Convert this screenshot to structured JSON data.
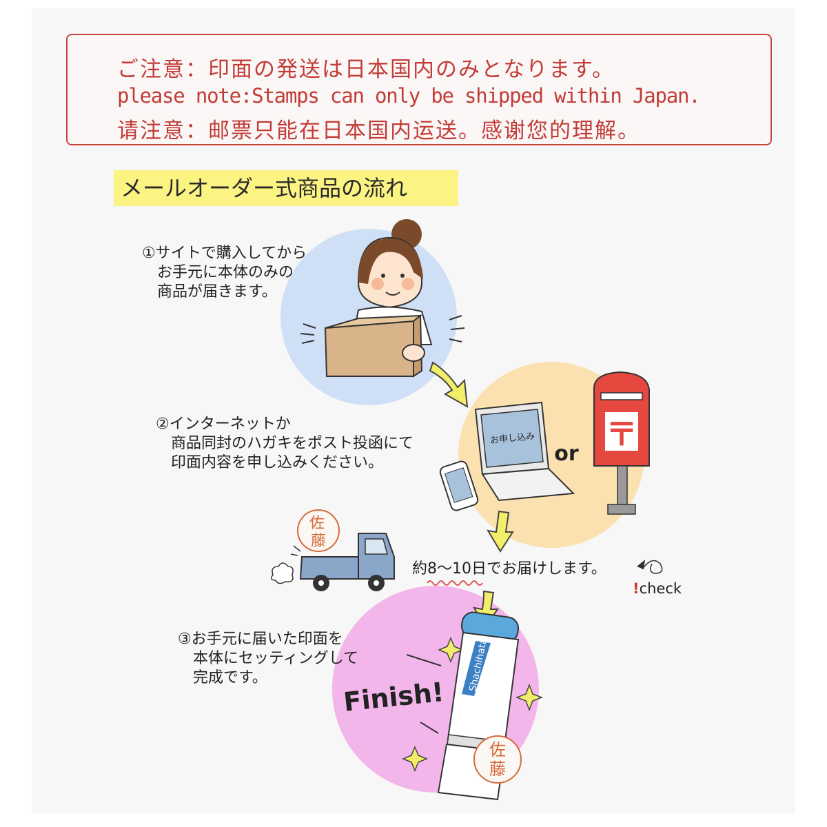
{
  "notice": {
    "line_ja": "ご注意：印面の発送は日本国内のみとなります。",
    "line_en": "please note:Stamps can only be shipped within Japan.",
    "line_zh": "请注意：邮票只能在日本国内运送。感谢您的理解。"
  },
  "heading": "メールオーダー式商品の流れ",
  "steps": [
    {
      "lines": [
        "①サイトで購入してから",
        "　お手元に本体のみの",
        "　商品が届きます。"
      ]
    },
    {
      "lines": [
        "②インターネットか",
        "　商品同封のハガキをポスト投函にて",
        "　印面内容を申し込みください。"
      ]
    },
    {
      "lines": [
        "③お手元に届いた印面を",
        "　本体にセッティングして",
        "　完成です。"
      ]
    }
  ],
  "laptop_screen_text": "お申し込み",
  "or_text": "or",
  "postbox_mark": "〒",
  "stamp_name": [
    "佐",
    "藤"
  ],
  "delivery_text": "約8〜10日でお届けします。",
  "check_excl": "!",
  "check_word": "check",
  "finish_text": "Finish!",
  "brand_text": "Shachihata",
  "colors": {
    "notice_red": "#c23b36",
    "heading_highlight": "#fbf483",
    "circle_blue": "#cfe0f6",
    "circle_peach": "#fbe0b0",
    "circle_pink": "#f2b6ea",
    "arrow_yellow": "#f3ee6a",
    "postbox_red": "#e4483e",
    "truck_blue": "#8aa6c9"
  }
}
